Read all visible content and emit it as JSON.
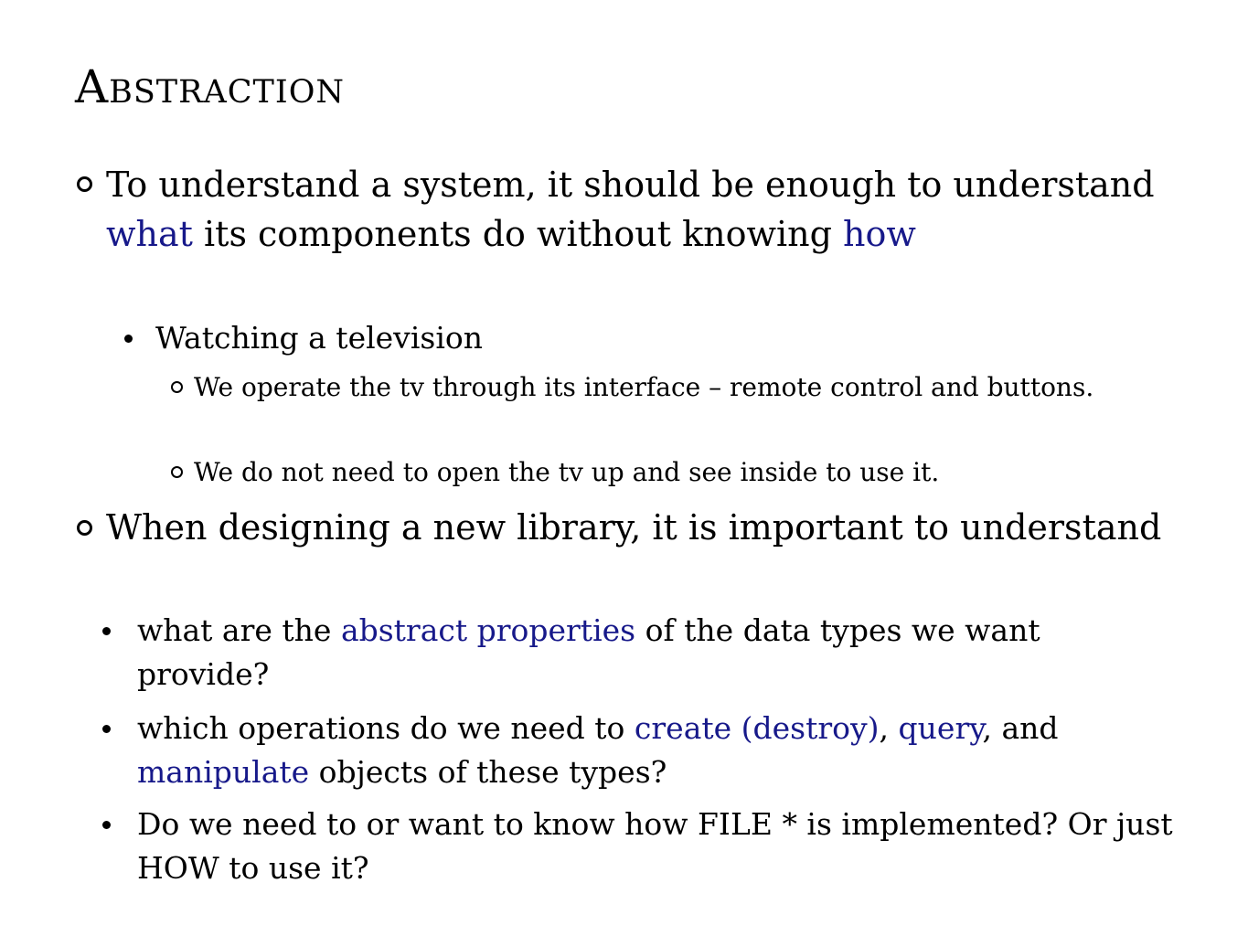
{
  "slide": {
    "title": "Abstraction",
    "items": [
      {
        "text_parts": [
          "To understand a system, it should be enough to understand ",
          "what",
          " its components do without knowing ",
          "how"
        ]
      },
      {
        "text": "Watching a television"
      },
      {
        "text": "We operate the tv through its interface – remote control and buttons."
      },
      {
        "text": "We do not need to open the tv up and see inside to use it."
      },
      {
        "text": "When designing a new library, it is important to understand"
      },
      {
        "text_parts": [
          "what are the ",
          "abstract properties",
          " of the data types we want provide?"
        ]
      },
      {
        "text_parts": [
          "which operations do we need to ",
          "create (destroy)",
          ", ",
          "query",
          ", and ",
          "manipulate",
          " objects of these types?"
        ]
      },
      {
        "text": "Do we need to or want to know how FILE * is implemented? Or just HOW to use it?"
      }
    ]
  },
  "colors": {
    "text": "#000000",
    "accent": "#17198a",
    "background": "#ffffff"
  }
}
